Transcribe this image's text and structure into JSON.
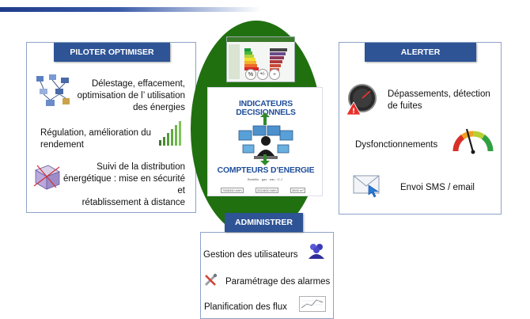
{
  "colors": {
    "accent_blue": "#2e5496",
    "green_circle": "#207010",
    "card_title_blue": "#1f4e9a",
    "panel_border": "#8da3c9"
  },
  "left_panel": {
    "title": "PILOTER OPTIMISER",
    "items": [
      {
        "lines": [
          "Délestage, effacement,",
          "optimisation de l’ utilisation",
          "des énergies"
        ],
        "icon": "network-diagram-icon"
      },
      {
        "lines": [
          "Régulation, amélioration du",
          "rendement"
        ],
        "icon": "rising-bars-icon"
      },
      {
        "lines": [
          "Suivi de la distribution",
          "énergétique : mise en sécurité et",
          "rétablissement à distance"
        ],
        "icon": "cube-diagram-icon"
      }
    ]
  },
  "right_panel": {
    "title": "ALERTER",
    "items": [
      {
        "lines": [
          "Dépassements, détection",
          "de fuites"
        ],
        "icon": "pressure-gauge-warning-icon"
      },
      {
        "lines": [
          "Dysfonctionnements"
        ],
        "icon": "speedometer-icon"
      },
      {
        "lines": [
          "Envoi SMS / email"
        ],
        "icon": "email-cursor-icon"
      }
    ]
  },
  "center": {
    "top_label": "INDICATEURS DECISIONNELS",
    "bottom_label": "COMPTEURS D’ENERGIE",
    "small_caption": "Bonbillo · gaz · eau · C.J",
    "badges": [
      "7658340 kWh",
      "3324630 kWh",
      "3500 m³"
    ],
    "operator_icons": [
      "%",
      "+/-",
      "÷"
    ]
  },
  "bottom_panel": {
    "title": "ADMINISTRER",
    "items": [
      {
        "lines": [
          "Gestion des  utilisateurs"
        ],
        "icon": "users-group-icon"
      },
      {
        "lines": [
          "Paramétrage des alarmes"
        ],
        "icon": "tools-icon"
      },
      {
        "lines": [
          "Planification des flux"
        ],
        "icon": "flow-chart-icon"
      }
    ]
  }
}
